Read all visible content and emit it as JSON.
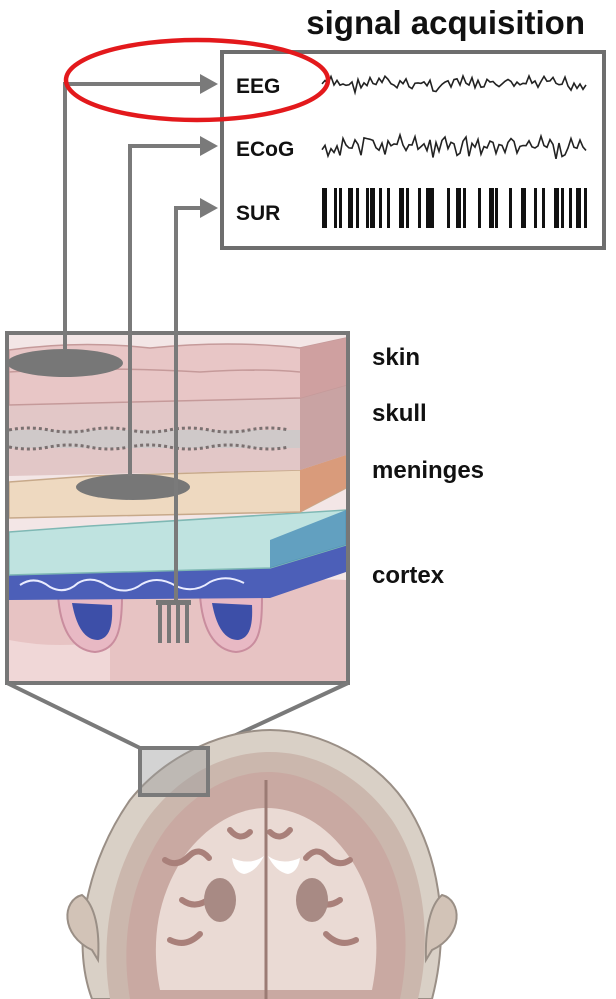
{
  "title": "signal acquisition",
  "signals": [
    {
      "label": "EEG"
    },
    {
      "label": "ECoG"
    },
    {
      "label": "SUR"
    }
  ],
  "layers": [
    {
      "label": "skin"
    },
    {
      "label": "skull"
    },
    {
      "label": "meninges"
    },
    {
      "label": "cortex"
    }
  ],
  "colors": {
    "highlight_ellipse": "#e3191c",
    "connector": "#7a7a7a",
    "electrode": "#777777",
    "skin": "#e8c6c6",
    "bone": "#d9b9b9",
    "meninges": "#eed9c0",
    "cortex": "#bfe3e0",
    "sulcus": "#3d4fa8",
    "brain_tissue": "#c9a9a2"
  }
}
